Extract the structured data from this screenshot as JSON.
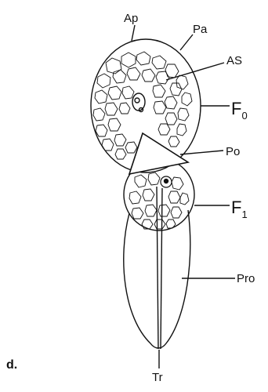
{
  "figure": {
    "panel_label": "d.",
    "labels": {
      "ap": "Ap",
      "pa": "Pa",
      "as": "AS",
      "f0": "F",
      "f0_sub": "0",
      "po": "Po",
      "f1": "F",
      "f1_sub": "1",
      "pro": "Pro",
      "tr": "Tr"
    }
  }
}
